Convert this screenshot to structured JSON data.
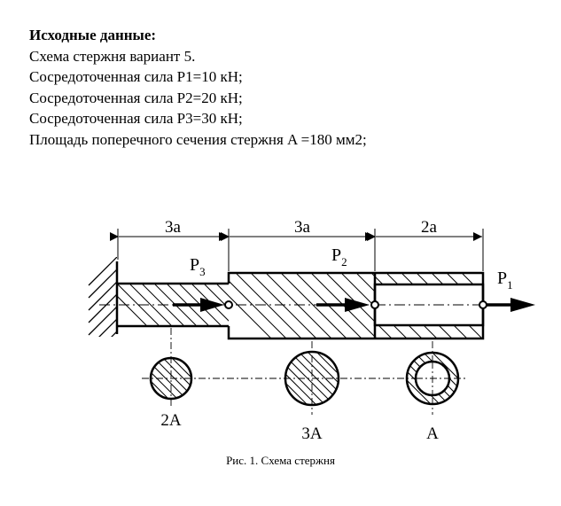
{
  "document": {
    "heading": "Исходные данные:",
    "lines": [
      "Схема стержня вариант 5.",
      "Сосредоточенная сила P1=10 кН;",
      "Сосредоточенная сила P2=20 кН;",
      "Сосредоточенная сила P3=30 кН;",
      "Площадь поперечного сечения стержня A =180 мм2;"
    ]
  },
  "figure": {
    "dimensions": [
      "3a",
      "3a",
      "2a"
    ],
    "forces": [
      {
        "letter": "P",
        "index": "3"
      },
      {
        "letter": "P",
        "index": "2"
      },
      {
        "letter": "P",
        "index": "1"
      }
    ],
    "section_labels": [
      "2A",
      "3A",
      "A"
    ],
    "caption": "Рис. 1. Схема стержня"
  }
}
